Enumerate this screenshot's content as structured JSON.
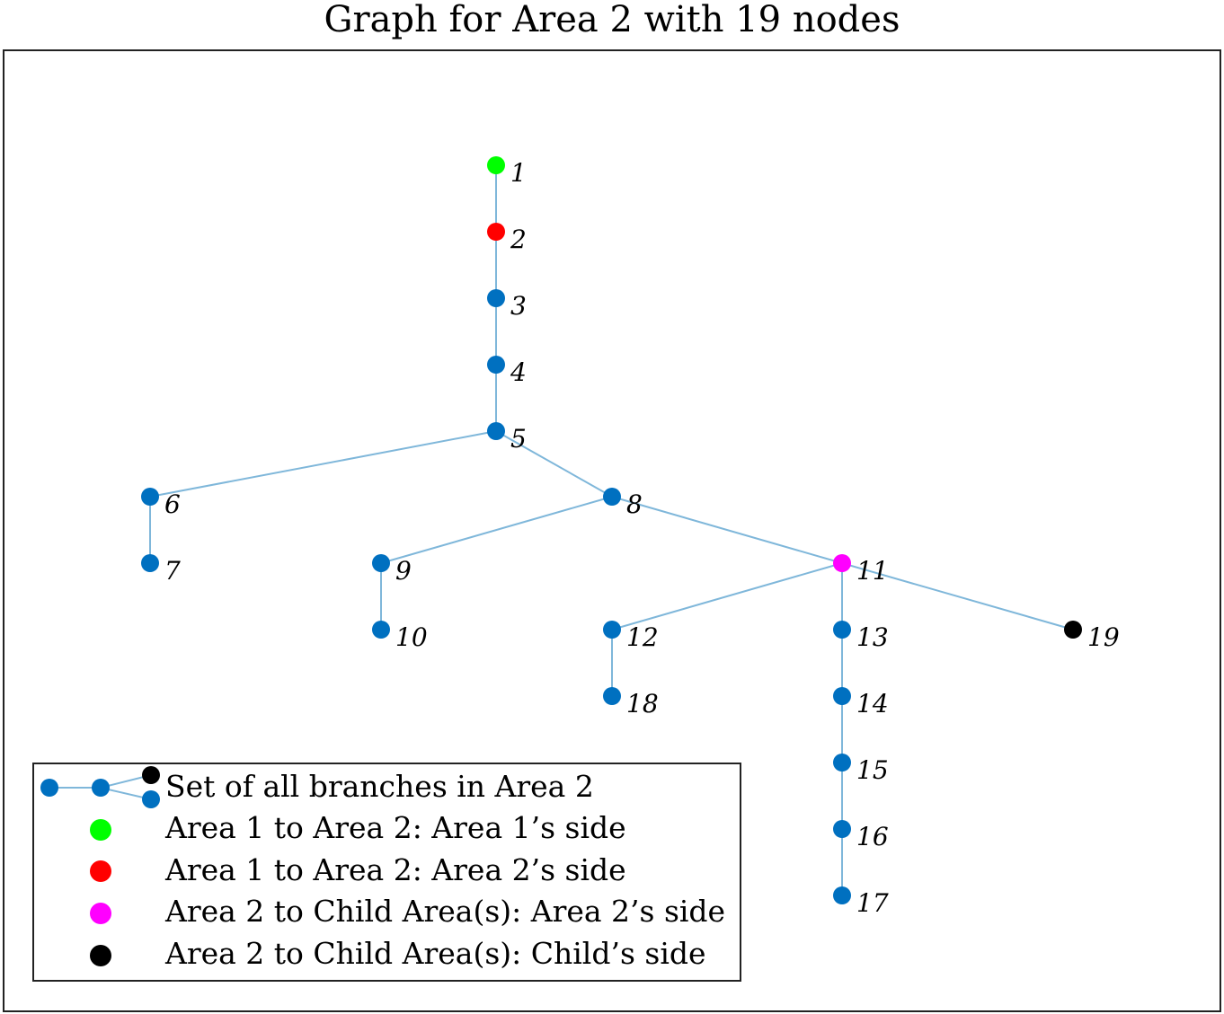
{
  "title": "Graph for Area 2 with 19 nodes",
  "colors": {
    "edge": "#7fb7da",
    "node_default": "#0070c0",
    "area1_side": "#00ff00",
    "area2_side": "#ff0000",
    "child_parent_side": "#ff00ff",
    "child_side": "#000000"
  },
  "graph": {
    "nodes": [
      {
        "id": 1,
        "label": "1",
        "role": "area1_side"
      },
      {
        "id": 2,
        "label": "2",
        "role": "area2_side"
      },
      {
        "id": 3,
        "label": "3",
        "role": "node_default"
      },
      {
        "id": 4,
        "label": "4",
        "role": "node_default"
      },
      {
        "id": 5,
        "label": "5",
        "role": "node_default"
      },
      {
        "id": 6,
        "label": "6",
        "role": "node_default"
      },
      {
        "id": 7,
        "label": "7",
        "role": "node_default"
      },
      {
        "id": 8,
        "label": "8",
        "role": "node_default"
      },
      {
        "id": 9,
        "label": "9",
        "role": "node_default"
      },
      {
        "id": 10,
        "label": "10",
        "role": "node_default"
      },
      {
        "id": 11,
        "label": "11",
        "role": "child_parent_side"
      },
      {
        "id": 12,
        "label": "12",
        "role": "node_default"
      },
      {
        "id": 13,
        "label": "13",
        "role": "node_default"
      },
      {
        "id": 14,
        "label": "14",
        "role": "node_default"
      },
      {
        "id": 15,
        "label": "15",
        "role": "node_default"
      },
      {
        "id": 16,
        "label": "16",
        "role": "node_default"
      },
      {
        "id": 17,
        "label": "17",
        "role": "node_default"
      },
      {
        "id": 18,
        "label": "18",
        "role": "node_default"
      },
      {
        "id": 19,
        "label": "19",
        "role": "child_side"
      }
    ],
    "edges": [
      [
        1,
        2
      ],
      [
        2,
        3
      ],
      [
        3,
        4
      ],
      [
        4,
        5
      ],
      [
        5,
        6
      ],
      [
        6,
        7
      ],
      [
        5,
        8
      ],
      [
        8,
        9
      ],
      [
        9,
        10
      ],
      [
        8,
        11
      ],
      [
        11,
        12
      ],
      [
        12,
        18
      ],
      [
        11,
        13
      ],
      [
        13,
        14
      ],
      [
        14,
        15
      ],
      [
        15,
        16
      ],
      [
        16,
        17
      ],
      [
        11,
        19
      ]
    ]
  },
  "legend": {
    "items": [
      {
        "kind": "branches",
        "label": "Set of all branches in Area 2"
      },
      {
        "kind": "area1_side",
        "label": "Area 1 to Area 2: Area 1’s side"
      },
      {
        "kind": "area2_side",
        "label": "Area 1 to Area 2: Area 2’s side"
      },
      {
        "kind": "child_parent_side",
        "label": "Area 2 to Child Area(s): Area 2’s side"
      },
      {
        "kind": "child_side",
        "label": "Area 2 to Child Area(s): Child’s side"
      }
    ]
  }
}
